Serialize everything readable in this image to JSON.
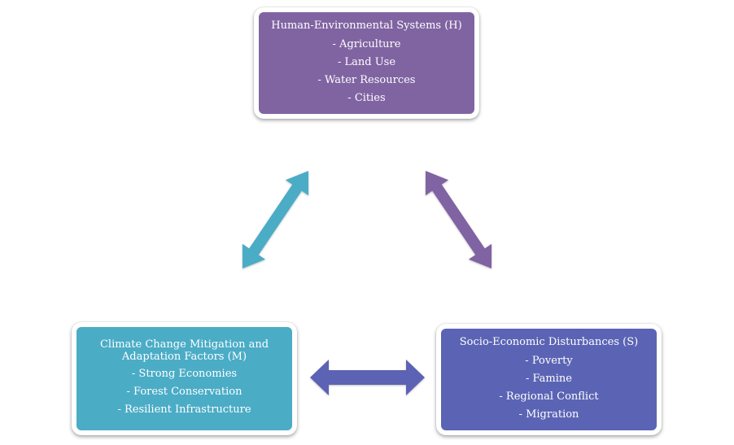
{
  "nodes": {
    "human_environmental": {
      "title": "Human-Environmental Systems (H)",
      "items": [
        "- Agriculture",
        "- Land Use",
        "- Water Resources",
        "- Cities"
      ],
      "color": "#8064a2"
    },
    "mitigation": {
      "title_line1": "Climate Change Mitigation and",
      "title_line2": "Adaptation Factors (M)",
      "items": [
        "- Strong Economies",
        "- Forest Conservation",
        "- Resilient Infrastructure"
      ],
      "color": "#4bacc6"
    },
    "socio_economic": {
      "title": "Socio-Economic Disturbances (S)",
      "items": [
        "- Poverty",
        "- Famine",
        "- Regional Conflict",
        "- Migration"
      ],
      "color": "#5b64b4"
    }
  },
  "connections": [
    {
      "from": "mitigation",
      "to": "human_environmental",
      "color": "#4bacc6",
      "bidirectional": true
    },
    {
      "from": "human_environmental",
      "to": "socio_economic",
      "color": "#8064a2",
      "bidirectional": true
    },
    {
      "from": "mitigation",
      "to": "socio_economic",
      "color": "#5b64b4",
      "bidirectional": true
    }
  ]
}
